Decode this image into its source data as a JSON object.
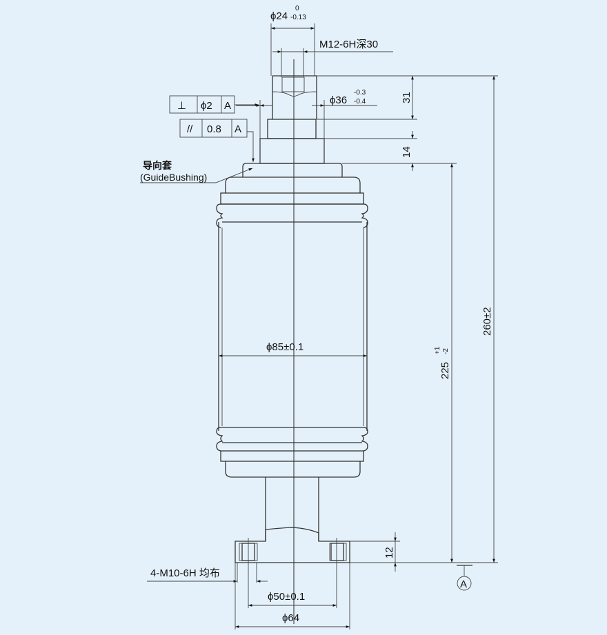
{
  "drawing": {
    "dim_top_diameter": "ϕ24",
    "dim_top_diameter_tol_upper": "0",
    "dim_top_diameter_tol_lower": "-0.13",
    "thread_top": "M12-6H深30",
    "dim_step_diameter": "ϕ36",
    "dim_step_tol_upper": "-0.3",
    "dim_step_tol_lower": "-0.4",
    "dim_31": "31",
    "dim_14": "14",
    "dim_total_height": "260±2",
    "dim_body_height": "225",
    "dim_body_tol_upper": "+1",
    "dim_body_tol_lower": "-2",
    "dim_body_diameter": "ϕ85±0.1",
    "dim_12": "12",
    "thread_bottom": "4-M10-6H 均布",
    "dim_bolt_circle": "ϕ50±0.1",
    "dim_flange_diameter": "ϕ64",
    "datum": "A",
    "guide_bushing_cn": "导向套",
    "guide_bushing_en": "(GuideBushing)",
    "tol_frame_perpendicularity": {
      "symbol": "⊥",
      "value": "ϕ2",
      "datum": "A"
    },
    "tol_frame_parallelism": {
      "symbol": "//",
      "value": "0.8",
      "datum": "A"
    }
  }
}
